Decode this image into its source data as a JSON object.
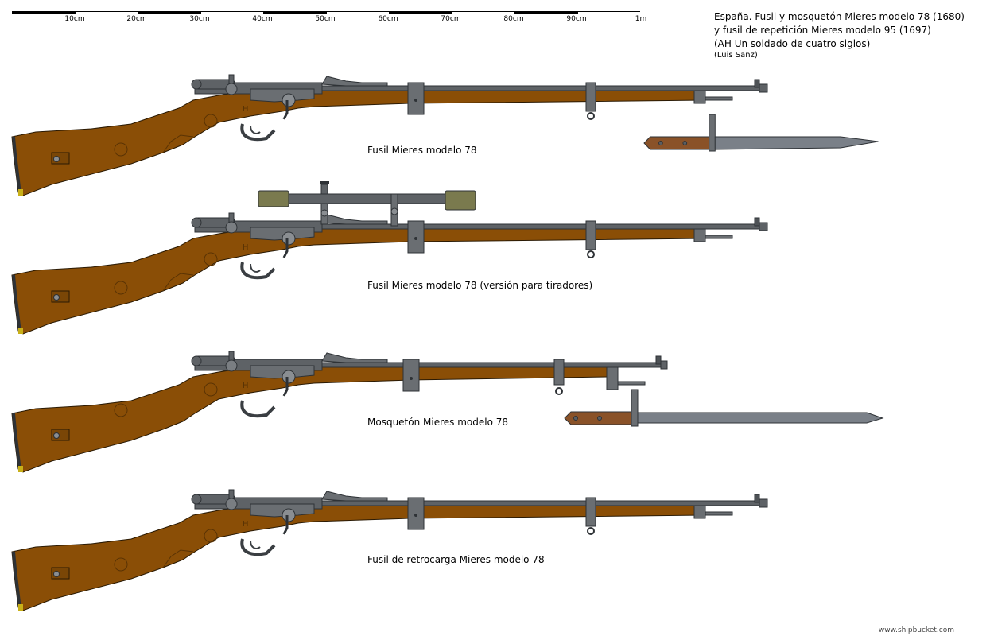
{
  "colors": {
    "wood": "#8a4e06",
    "wood_dark": "#5a3304",
    "metal": "#5e6266",
    "metal_dark": "#2e3236",
    "metal_light": "#8a8e92",
    "scope_brass": "#7a7a4e",
    "bayonet_blade": "#7a8088",
    "bayonet_grip": "#8a5228",
    "butt_plate": "#c8b018"
  },
  "scale": {
    "labels": [
      "10cm",
      "20cm",
      "30cm",
      "40cm",
      "50cm",
      "60cm",
      "70cm",
      "80cm",
      "90cm",
      "1m"
    ]
  },
  "title": {
    "line1": "España. Fusil y mosquetón Mieres modelo 78 (1680)",
    "line2": "y fusil de repetición Mieres modelo 95 (1697)",
    "line3": "(AH Un soldado de cuatro siglos)",
    "line4": "(Luis Sanz)"
  },
  "captions": {
    "rifle1": "Fusil Mieres modelo 78",
    "rifle2": "Fusil Mieres modelo 78 (versión para tiradores)",
    "rifle3": "Mosquetón Mieres modelo 78",
    "rifle4": "Fusil de retrocarga Mieres modelo 78"
  },
  "credit": "www.shipbucket.com"
}
